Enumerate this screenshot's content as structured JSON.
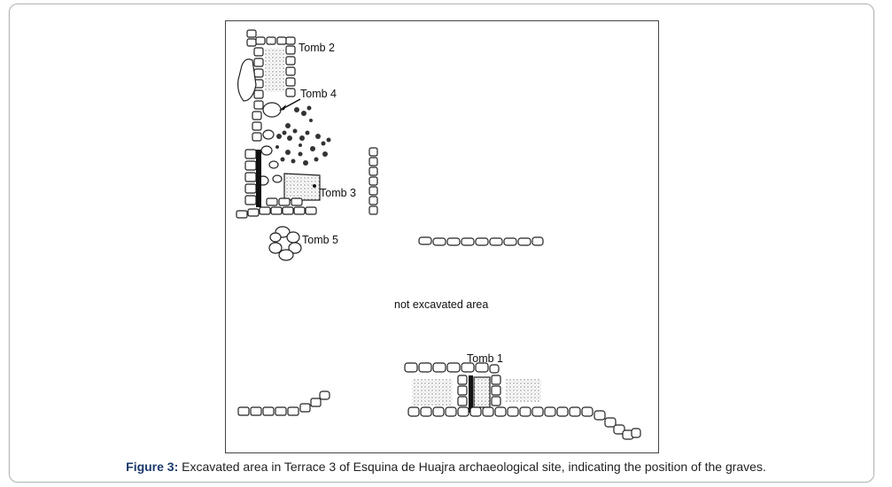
{
  "figure": {
    "labels": {
      "tomb2": "Tomb 2",
      "tomb4": "Tomb 4",
      "tomb3": "Tomb 3",
      "tomb5": "Tomb 5",
      "tomb1": "Tomb 1",
      "not_excavated": "not excavated area"
    }
  },
  "caption": {
    "label": "Figure 3:",
    "text": "Excavated area in Terrace 3 of Esquina de Huajra archaeological site, indicating the position of the graves."
  },
  "colors": {
    "caption_label": "#1a3a6b",
    "stone_stroke": "#222222"
  }
}
